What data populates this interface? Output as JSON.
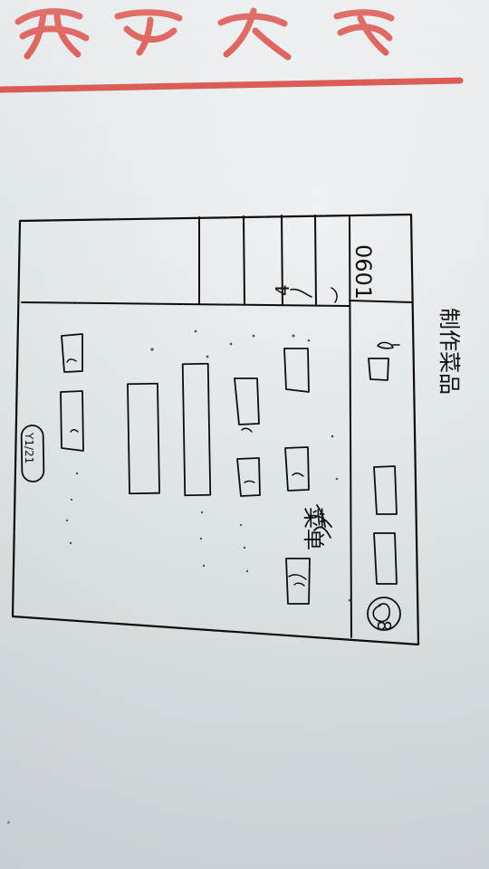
{
  "sketch": {
    "logo_text": "南京大学",
    "label_bar": "0601",
    "label_title": "制作菜品",
    "label_side": "菜单",
    "small_4": "4",
    "small_symbol": "8",
    "badge_text": "Y1/21"
  }
}
